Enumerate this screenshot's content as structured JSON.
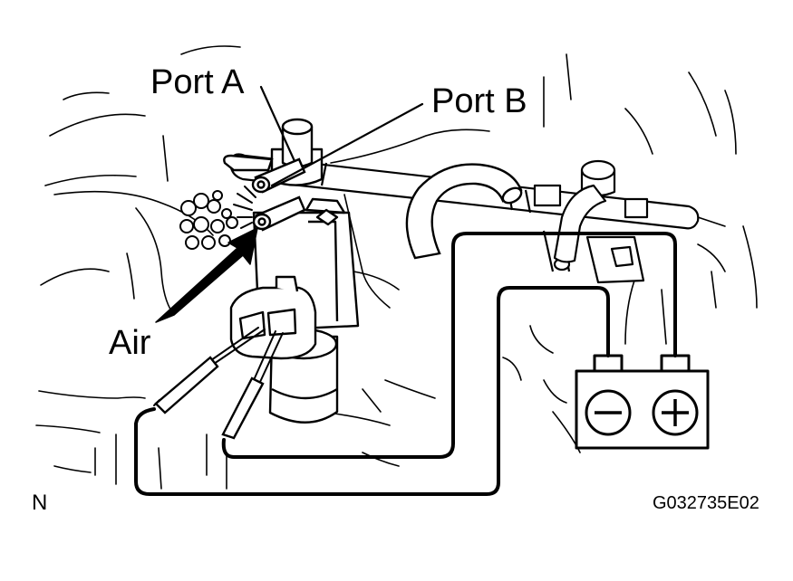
{
  "labels": {
    "port_a": "Port A",
    "port_b": "Port B",
    "air": "Air",
    "north": "N",
    "figure_code": "G032735E02"
  },
  "battery": {
    "negative_symbol": "−",
    "positive_symbol": "+"
  },
  "colors": {
    "ink": "#000000",
    "paper": "#ffffff"
  }
}
